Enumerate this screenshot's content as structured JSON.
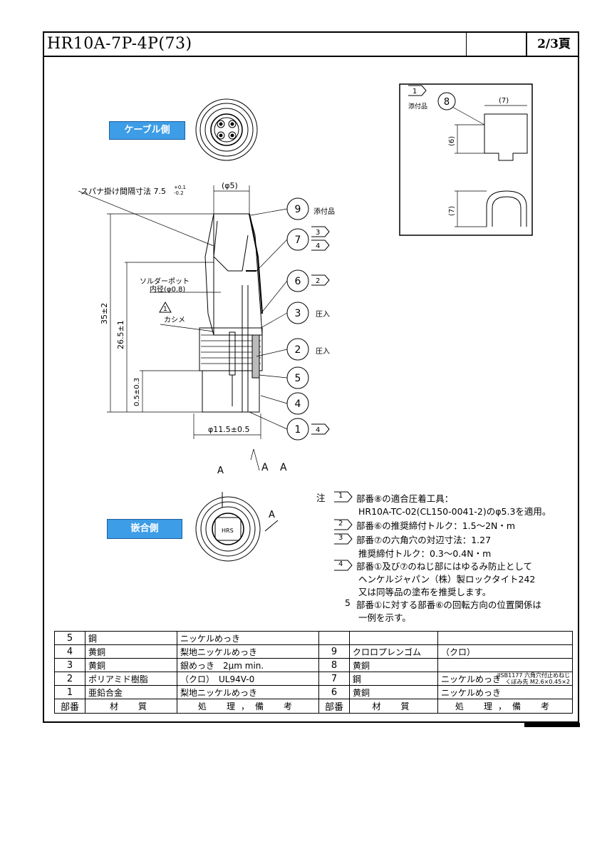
{
  "title": "HR10A-7P-4P(73)",
  "page": "2/3頁",
  "labels": {
    "cable_side": "ケーブル側",
    "mating_side": "嵌合側",
    "spanner": "スパナ掛け間隔寸法 7.5",
    "spanner_tol_up": "+0.1",
    "spanner_tol_dn": "-0.2",
    "phi5": "(φ5)",
    "solder_pot": "ソルダーポット",
    "inner_dia": "内径(φ0.8)",
    "kashime": "カシメ",
    "dim_35": "35±2",
    "dim_265": "26.5±1",
    "dim_05": "0.5±0.3",
    "dim_115": "φ11.5±0.5",
    "aa": "A A",
    "a1": "A",
    "a2": "A",
    "attachment": "添付品",
    "press1": "圧入",
    "press2": "圧入",
    "detail_ref": "1",
    "detail_attach": "添付品",
    "detail_8": "8",
    "detail_7a": "(7)",
    "detail_6": "(6)",
    "detail_7b": "(7)",
    "hrs": "HRS"
  },
  "callouts": [
    {
      "num": "9",
      "ref": "",
      "text": "添付品"
    },
    {
      "num": "7",
      "ref": "3",
      "ref2": "4",
      "text": ""
    },
    {
      "num": "6",
      "ref": "2",
      "text": ""
    },
    {
      "num": "3",
      "ref": "",
      "text": "圧入"
    },
    {
      "num": "2",
      "ref": "",
      "text": "圧入"
    },
    {
      "num": "5",
      "ref": "",
      "text": ""
    },
    {
      "num": "4",
      "ref": "",
      "text": ""
    },
    {
      "num": "1",
      "ref": "4",
      "text": ""
    }
  ],
  "notes": {
    "head": "注",
    "n1_num": "1",
    "n1a": "部番⑧の適合圧着工具：",
    "n1b": "HR10A-TC-02(CL150-0041-2)のφ5.3を適用。",
    "n2_num": "2",
    "n2": "部番⑥の推奨締付トルク：1.5～2N・m",
    "n3_num": "3",
    "n3a": "部番⑦の六角穴の対辺寸法：1.27",
    "n3b": "推奨締付トルク：0.3～0.4N・m",
    "n4_num": "4",
    "n4a": "部番①及び⑦のねじ部にはゆるみ防止として",
    "n4b": "ヘンケルジャパン（株）製ロックタイト242",
    "n4c": "又は同等品の塗布を推奨します。",
    "n5_num": "5",
    "n5a": "部番①に対する部番⑥の回転方向の位置関係は",
    "n5b": "一例を示す。"
  },
  "bom": {
    "left": [
      {
        "no": "5",
        "material": "鋼",
        "treatment": "ニッケルめっき"
      },
      {
        "no": "4",
        "material": "黄銅",
        "treatment": "梨地ニッケルめっき"
      },
      {
        "no": "3",
        "material": "黄銅",
        "treatment": "銀めっき　2μm min."
      },
      {
        "no": "2",
        "material": "ポリアミド樹脂",
        "treatment": "（クロ）　UL94V-0"
      },
      {
        "no": "1",
        "material": "亜鉛合金",
        "treatment": "梨地ニッケルめっき"
      }
    ],
    "right": [
      {
        "no": "",
        "material": "",
        "treatment": ""
      },
      {
        "no": "9",
        "material": "クロロプレンゴム",
        "treatment": "（クロ）"
      },
      {
        "no": "8",
        "material": "黄銅",
        "treatment": ""
      },
      {
        "no": "7",
        "material": "鋼",
        "treatment": "ニッケルめっき",
        "extra1": "JISB1177 六角穴付止めねじ",
        "extra2": "くぼみ先 M2.6×0.45×2"
      },
      {
        "no": "6",
        "material": "黄銅",
        "treatment": "ニッケルめっき"
      }
    ],
    "header": {
      "no": "部番",
      "material": "材　質",
      "treatment": "処　理，備　考"
    }
  }
}
